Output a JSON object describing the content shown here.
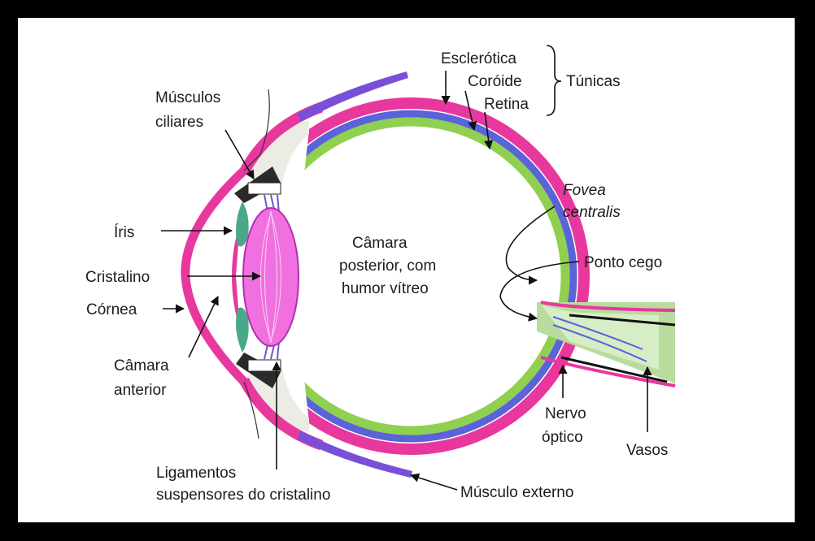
{
  "colors": {
    "background": "#000000",
    "canvas": "#ffffff",
    "sclera": "#e8389e",
    "choroid": "#5a63d8",
    "retina": "#8fd050",
    "lens": "#f070e0",
    "iris": "#4aa88a",
    "nerve": "#b9dc9e",
    "muscle": "#7a4fd8"
  },
  "labels": {
    "musculos_ciliares_1": "Músculos",
    "musculos_ciliares_2": "ciliares",
    "iris": "Íris",
    "cristalino": "Cristalino",
    "cornea": "Córnea",
    "camara_anterior_1": "Câmara",
    "camara_anterior_2": "anterior",
    "ligamentos_1": "Ligamentos",
    "ligamentos_2": "suspensores do cristalino",
    "musculo_externo": "Músculo externo",
    "esclerotica": "Esclerótica",
    "coroide": "Coróide",
    "retina": "Retina",
    "tunicas": "Túnicas",
    "fovea_1": "Fovea",
    "fovea_2": "centralis",
    "ponto_cego": "Ponto cego",
    "camara_posterior_1": "Câmara",
    "camara_posterior_2": "posterior, com",
    "camara_posterior_3": "humor vítreo",
    "nervo_1": "Nervo",
    "nervo_2": "óptico",
    "vasos": "Vasos"
  }
}
